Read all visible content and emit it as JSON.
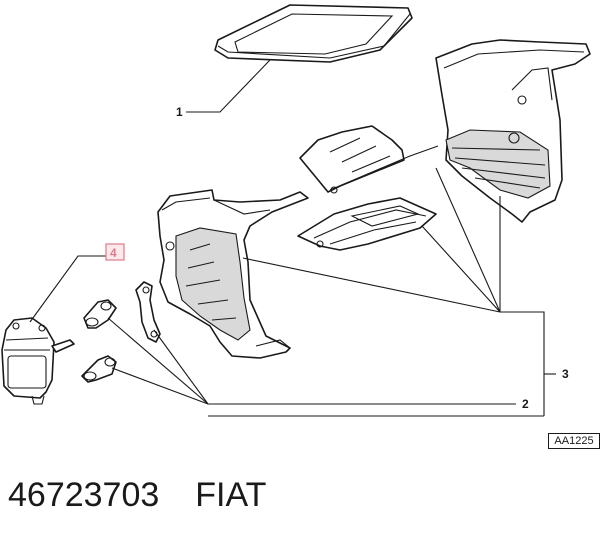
{
  "callouts": {
    "part1": "1",
    "part2": "2",
    "part3": "3",
    "part4": "4"
  },
  "reference_code": "AA1225",
  "part_number": "46723703",
  "brand": "FIAT",
  "colors": {
    "highlight": "#e07a8a",
    "highlight_fill": "#fbe9ec",
    "line": "#1a1a1a"
  }
}
